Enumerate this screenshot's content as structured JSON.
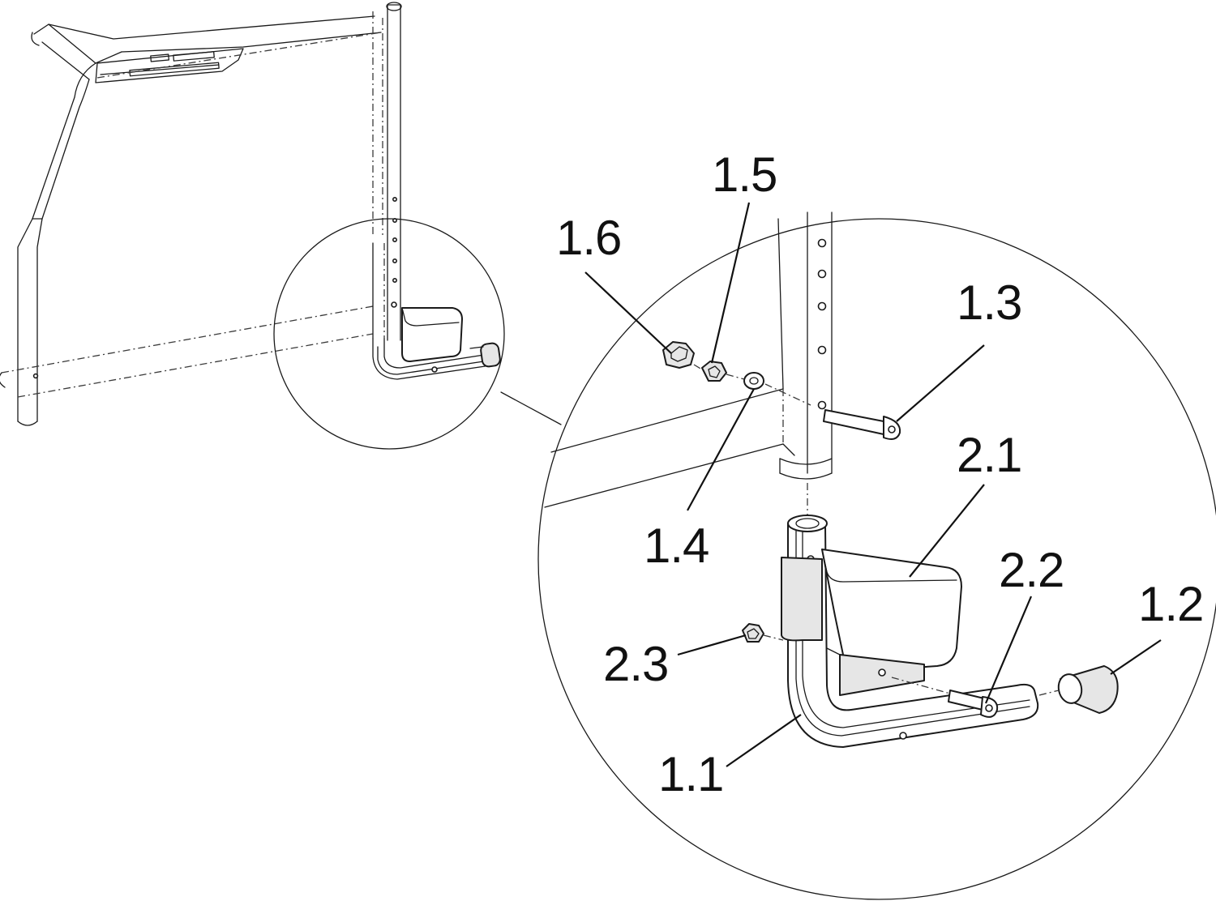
{
  "labels": {
    "l_1_1": "1.1",
    "l_1_2": "1.2",
    "l_1_3": "1.3",
    "l_1_4": "1.4",
    "l_1_5": "1.5",
    "l_1_6": "1.6",
    "l_2_1": "2.1",
    "l_2_2": "2.2",
    "l_2_3": "2.3"
  }
}
